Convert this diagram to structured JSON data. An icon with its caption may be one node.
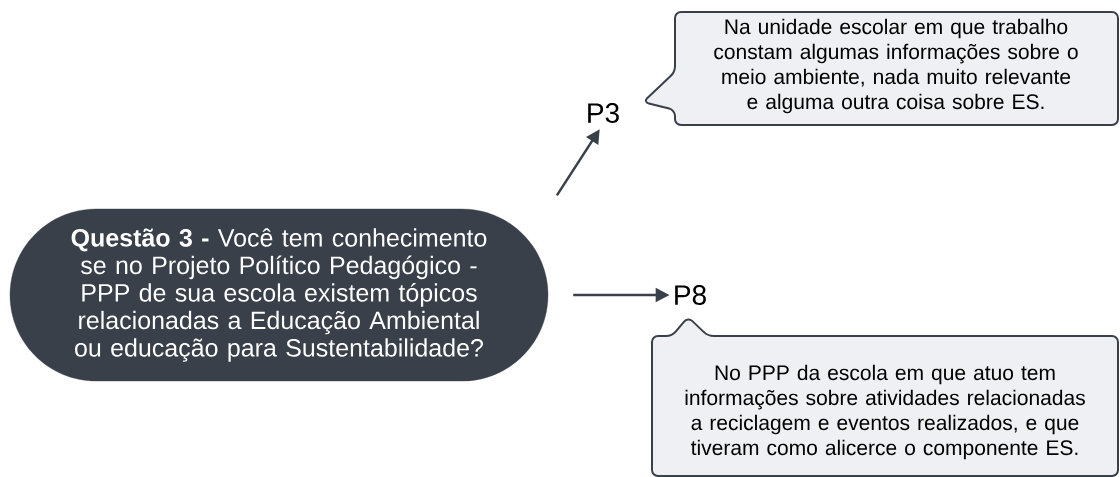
{
  "diagram": {
    "nodes": [
      {
        "text": [
          "**Questão 3 -** Você tem conhecimento se no Projeto Político Pedagógico - PPP de sua escola existem tópicos relacionadas a Educação Ambiental ou educação para Sustentabilidade?"
        ]
      },
      {
        "text": [
          "P3"
        ]
      },
      {
        "text": [
          "P8"
        ]
      },
      {
        "text": [
          "Na unidade escolar em que trabalho constam algumas informações sobre o meio ambiente, nada muito relevante e alguma outra coisa sobre ES."
        ]
      },
      {
        "text": [
          "No PPP da escola em que atuo tem informações sobre atividades relacionadas a reciclagem e eventos realizados, e que tiveram como alicerce o componente ES."
        ]
      }
    ],
    "edges": [
      {
        "from": 0,
        "to": 1,
        "arrow": "to"
      },
      {
        "from": 0,
        "to": 2,
        "arrow": "to"
      }
    ]
  }
}
